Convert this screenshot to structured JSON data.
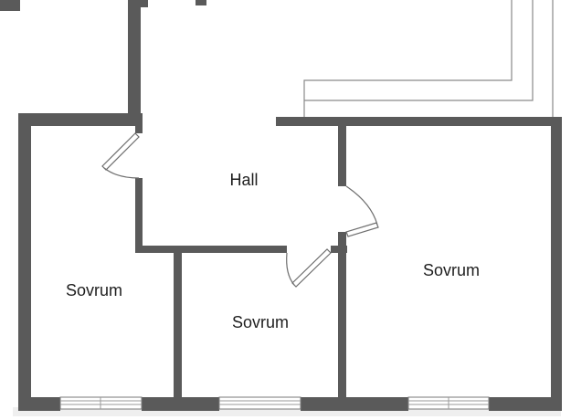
{
  "rooms": {
    "hall": "Hall",
    "bedroom_left": "Sovrum",
    "bedroom_middle": "Sovrum",
    "bedroom_right": "Sovrum"
  },
  "colors": {
    "wall": "#5a5a5a",
    "background": "#ffffff",
    "label": "#1e1e1e"
  }
}
